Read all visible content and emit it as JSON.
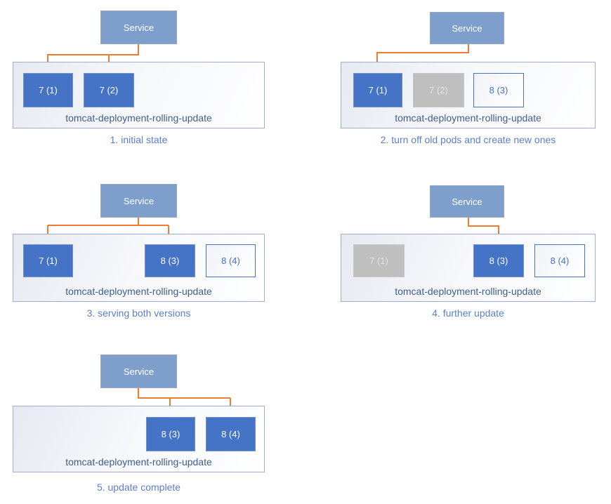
{
  "palette": {
    "service_fill": "#7E9FCB",
    "pod_active_fill": "#4573C5",
    "pod_stopped_fill": "#BFBFBF",
    "pod_new_border": "#4573C5",
    "arrow_orange": "#ED7D31",
    "deployment_label_text": "#3F5E8C",
    "caption_text": "#5A7FCB",
    "container_border": "#9FAFD2"
  },
  "panels": [
    {
      "service_label": "Service",
      "container_label": "tomcat-deployment-rolling-update",
      "caption": "1. initial state",
      "pods": [
        {
          "label": "7 (1)",
          "state": "active"
        },
        {
          "label": "7 (2)",
          "state": "active"
        }
      ]
    },
    {
      "service_label": "Service",
      "container_label": "tomcat-deployment-rolling-update",
      "caption": "2. turn off old pods and create new ones",
      "pods": [
        {
          "label": "7 (1)",
          "state": "active"
        },
        {
          "label": "7 (2)",
          "state": "stopped"
        },
        {
          "label": "8 (3)",
          "state": "new"
        }
      ]
    },
    {
      "service_label": "Service",
      "container_label": "tomcat-deployment-rolling-update",
      "caption": "3. serving both versions",
      "pods": [
        {
          "label": "7 (1)",
          "state": "active"
        },
        {
          "label": "8 (3)",
          "state": "active"
        },
        {
          "label": "8 (4)",
          "state": "new"
        }
      ]
    },
    {
      "service_label": "Service",
      "container_label": "tomcat-deployment-rolling-update",
      "caption": "4. further update",
      "pods": [
        {
          "label": "7 (1)",
          "state": "stopped"
        },
        {
          "label": "8 (3)",
          "state": "active"
        },
        {
          "label": "8 (4)",
          "state": "new"
        }
      ]
    },
    {
      "service_label": "Service",
      "container_label": "tomcat-deployment-rolling-update",
      "caption": "5. update complete",
      "pods": [
        {
          "label": "8 (3)",
          "state": "active"
        },
        {
          "label": "8 (4)",
          "state": "active"
        }
      ]
    }
  ]
}
